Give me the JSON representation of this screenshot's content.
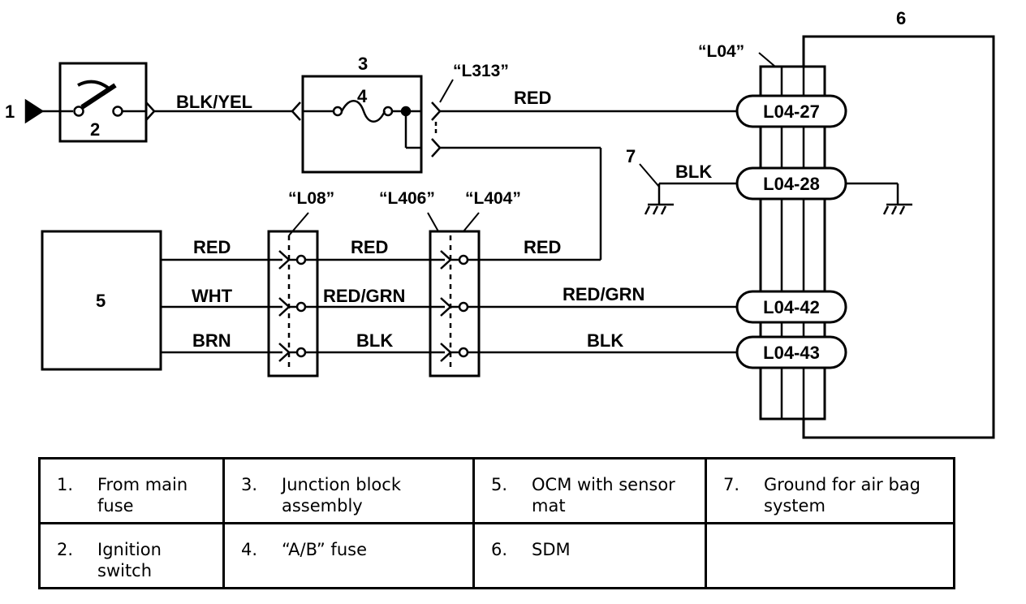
{
  "diagram": {
    "callouts": {
      "n1": "1",
      "n2": "2",
      "n3": "3",
      "n4": "4",
      "n5": "5",
      "n6": "6",
      "n7": "7"
    },
    "connectors": {
      "l313": "“L313”",
      "l04": "“L04”",
      "l08": "“L08”",
      "l406": "“L406”",
      "l404": "“L404”"
    },
    "wires": {
      "blk_yel": "BLK/YEL",
      "red_top": "RED",
      "blk_ground": "BLK",
      "red_ocm": "RED",
      "red_mid": "RED",
      "red_right": "RED",
      "wht": "WHT",
      "red_grn_mid": "RED/GRN",
      "red_grn_right": "RED/GRN",
      "brn": "BRN",
      "blk_mid": "BLK",
      "blk_right": "BLK"
    },
    "terminals": {
      "t27": "L04-27",
      "t28": "L04-28",
      "t42": "L04-42",
      "t43": "L04-43"
    }
  },
  "legend": [
    [
      {
        "num": "1.",
        "text": "From main fuse"
      },
      {
        "num": "3.",
        "text": "Junction block assembly"
      },
      {
        "num": "5.",
        "text": "OCM with sensor mat"
      },
      {
        "num": "7.",
        "text": "Ground for air bag system"
      }
    ],
    [
      {
        "num": "2.",
        "text": "Ignition switch"
      },
      {
        "num": "4.",
        "text": "“A/B” fuse"
      },
      {
        "num": "6.",
        "text": "SDM"
      },
      {
        "num": "",
        "text": ""
      }
    ]
  ]
}
